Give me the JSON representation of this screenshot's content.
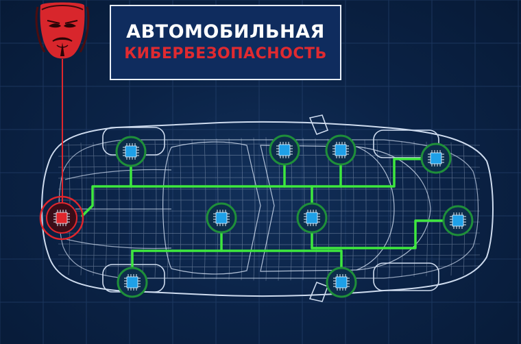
{
  "title": {
    "line1": "АВТОМОБИЛЬНАЯ",
    "line2": "КИБЕРБЕЗОПАСНОСТЬ"
  },
  "colors": {
    "background": "#0b2347",
    "grid": "#2c4a78",
    "wireframe": "#cfdcef",
    "network_line": "#3ee83e",
    "node_ring": "#1f8f3a",
    "chip": "#1ea0e8",
    "threat": "#e0262c",
    "title_white": "#ffffff",
    "title_red": "#e02a30"
  },
  "icons": {
    "attacker": "hacker-mask-icon",
    "ecu": "chip-icon"
  },
  "nodes": [
    {
      "id": "ecu-front-left-wheel",
      "state": "secure"
    },
    {
      "id": "ecu-roof-a",
      "state": "secure"
    },
    {
      "id": "ecu-roof-b",
      "state": "secure"
    },
    {
      "id": "ecu-rear-right",
      "state": "secure"
    },
    {
      "id": "ecu-center-left",
      "state": "secure"
    },
    {
      "id": "ecu-center",
      "state": "secure"
    },
    {
      "id": "ecu-rear-center",
      "state": "secure"
    },
    {
      "id": "ecu-front-right-wheel",
      "state": "secure"
    },
    {
      "id": "ecu-rear-right-wheel",
      "state": "secure"
    },
    {
      "id": "ecu-obd-port",
      "state": "compromised"
    }
  ]
}
